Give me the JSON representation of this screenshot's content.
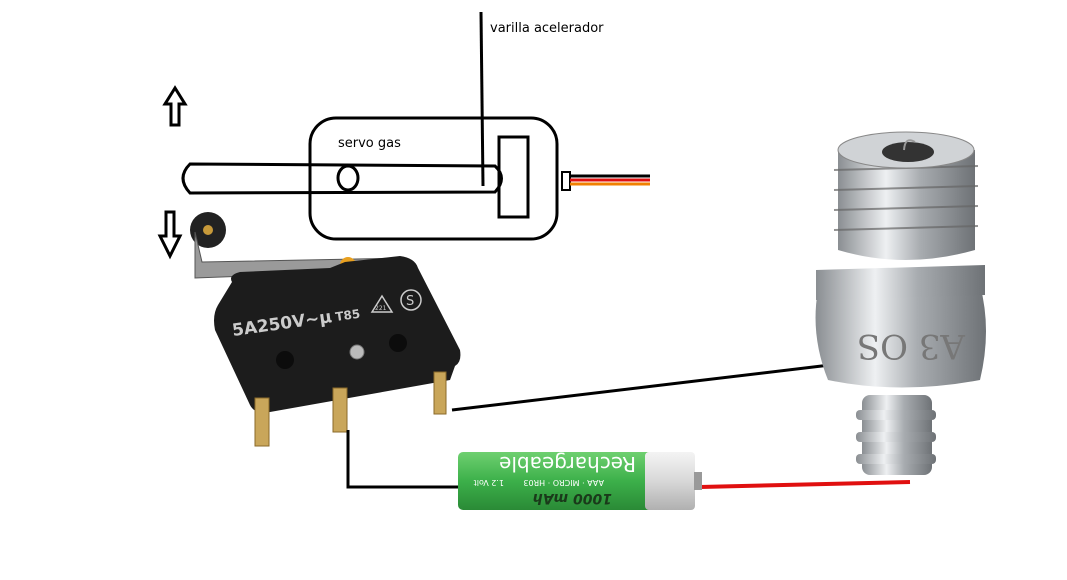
{
  "labels": {
    "accelerator_rod": "varilla acelerador",
    "servo": "servo gas"
  },
  "switch_markings": {
    "rating": "5A250V~μ",
    "temp": "T85",
    "cert": "221",
    "mark": "S"
  },
  "battery_markings": {
    "capacity": "1000 mAh",
    "type": "AAA · MICRO · HR03",
    "voltage": "1.2 Volt",
    "brand_text": "Rechargeable"
  },
  "glow_plug_markings": {
    "text": "A3 OS"
  },
  "colors": {
    "wire_black": "#000000",
    "wire_red": "#e01010",
    "wire_orange": "#f08000",
    "battery_green": "#3cb04a",
    "switch_body": "#1a1a1a",
    "metal": "#b8bcc0"
  }
}
